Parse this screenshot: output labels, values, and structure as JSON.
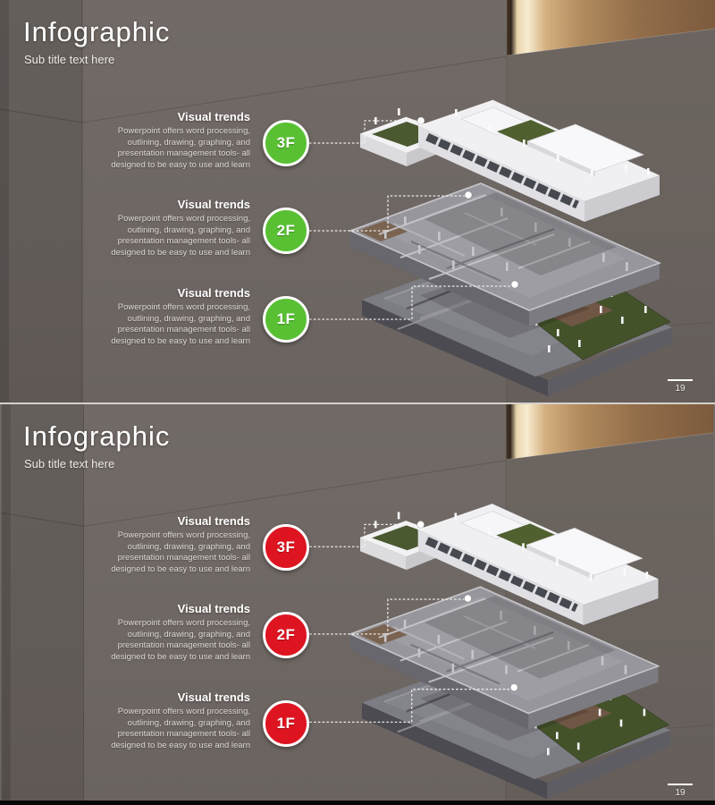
{
  "slides": [
    {
      "title": "Infographic",
      "subtitle": "Sub title text here",
      "page_number": "19",
      "accent_color": "#59C033",
      "items": [
        {
          "badge": "3F",
          "heading": "Visual trends",
          "body": "Powerpoint offers word processing, outlining, drawing, graphing, and presentation management tools- all designed to be easy to use and learn"
        },
        {
          "badge": "2F",
          "heading": "Visual trends",
          "body": "Powerpoint offers word processing, outlining, drawing, graphing, and presentation management tools- all designed to be easy to use and learn"
        },
        {
          "badge": "1F",
          "heading": "Visual trends",
          "body": "Powerpoint offers word processing, outlining, drawing, graphing, and presentation management tools- all designed to be easy to use and learn"
        }
      ]
    },
    {
      "title": "Infographic",
      "subtitle": "Sub title text here",
      "page_number": "19",
      "accent_color": "#DE1421",
      "items": [
        {
          "badge": "3F",
          "heading": "Visual trends",
          "body": "Powerpoint offers word processing, outlining, drawing, graphing, and presentation management tools- all designed to be easy to use and learn"
        },
        {
          "badge": "2F",
          "heading": "Visual trends",
          "body": "Powerpoint offers word processing, outlining, drawing, graphing, and presentation management tools- all designed to be easy to use and learn"
        },
        {
          "badge": "1F",
          "heading": "Visual trends",
          "body": "Powerpoint offers word processing, outlining, drawing, graphing, and presentation management tools- all designed to be easy to use and learn"
        }
      ]
    }
  ],
  "colors": {
    "wall": "#6e6763",
    "bronze_panel_highlight": "#f7ecd0",
    "bronze_panel_mid": "#b18a5d",
    "green_badge": "#59C033",
    "red_badge": "#DE1421",
    "lawn_green": "#44522a"
  }
}
